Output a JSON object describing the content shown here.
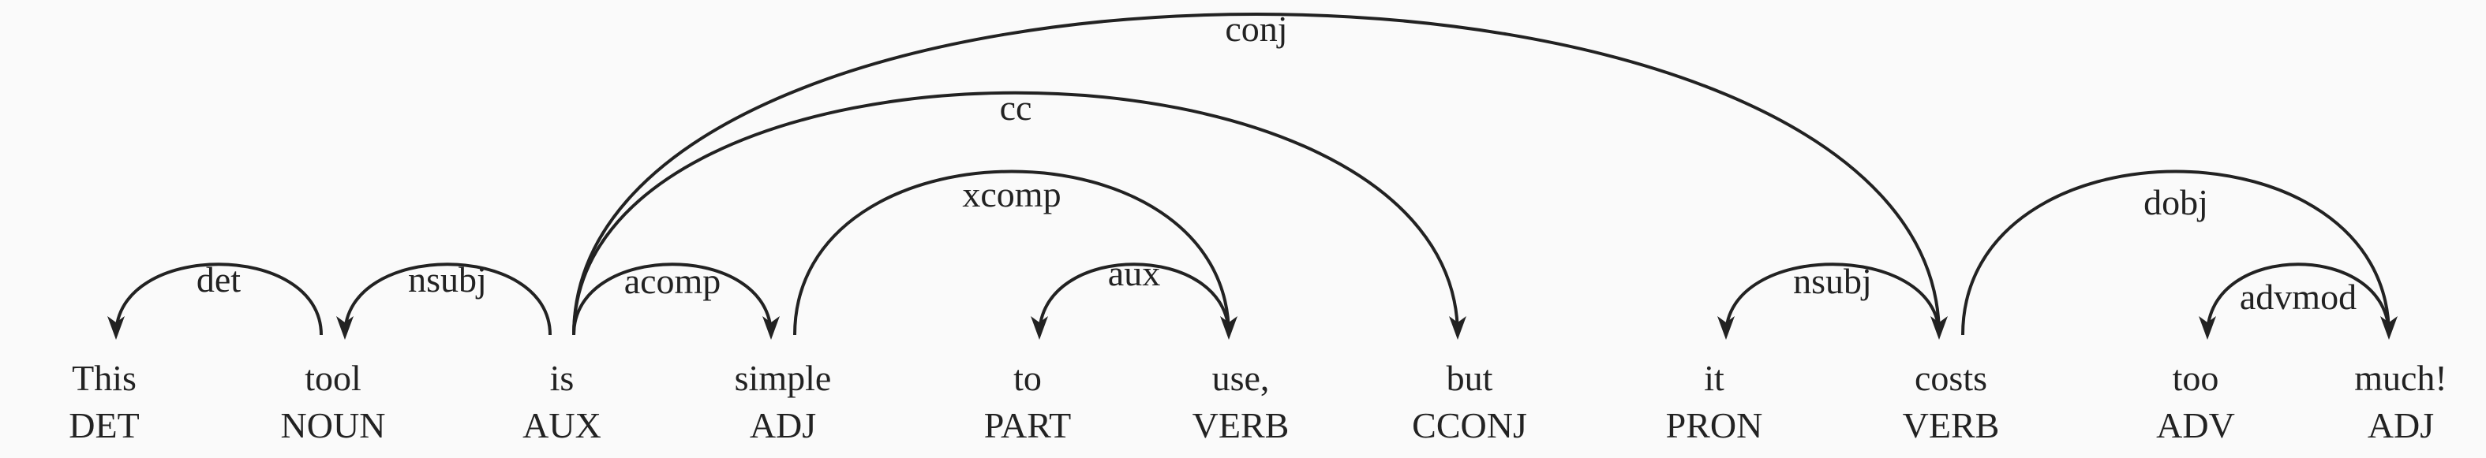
{
  "tokens": [
    {
      "text": "This",
      "tag": "DET"
    },
    {
      "text": "tool",
      "tag": "NOUN"
    },
    {
      "text": "is",
      "tag": "AUX"
    },
    {
      "text": "simple",
      "tag": "ADJ"
    },
    {
      "text": "to",
      "tag": "PART"
    },
    {
      "text": "use,",
      "tag": "VERB"
    },
    {
      "text": "but",
      "tag": "CCONJ"
    },
    {
      "text": "it",
      "tag": "PRON"
    },
    {
      "text": "costs",
      "tag": "VERB"
    },
    {
      "text": "too",
      "tag": "ADV"
    },
    {
      "text": "much!",
      "tag": "ADJ"
    }
  ],
  "arcs": [
    {
      "label": "det",
      "head": 1,
      "dep": 0
    },
    {
      "label": "nsubj",
      "head": 2,
      "dep": 1
    },
    {
      "label": "acomp",
      "head": 2,
      "dep": 3
    },
    {
      "label": "cc",
      "head": 2,
      "dep": 6
    },
    {
      "label": "conj",
      "head": 2,
      "dep": 8
    },
    {
      "label": "xcomp",
      "head": 3,
      "dep": 5
    },
    {
      "label": "aux",
      "head": 5,
      "dep": 4
    },
    {
      "label": "nsubj",
      "head": 8,
      "dep": 7
    },
    {
      "label": "dobj",
      "head": 8,
      "dep": 10
    },
    {
      "label": "advmod",
      "head": 10,
      "dep": 9
    }
  ]
}
